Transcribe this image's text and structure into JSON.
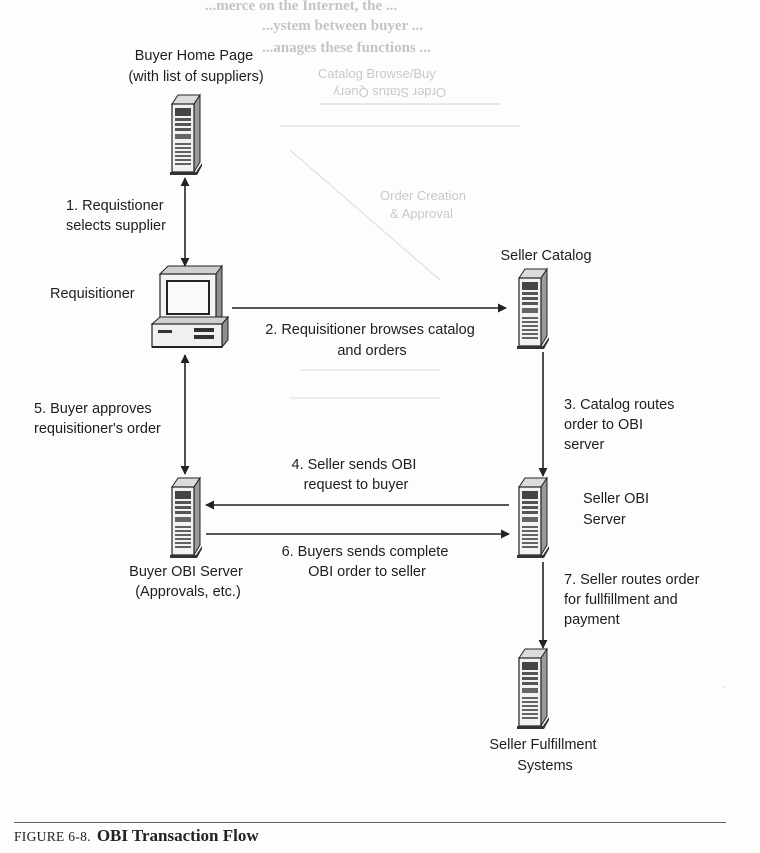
{
  "nodes": {
    "buyer_home": [
      "Buyer Home Page",
      "(with list of suppliers)"
    ],
    "requisitioner": [
      "Requisitioner"
    ],
    "seller_catalog": [
      "Seller Catalog"
    ],
    "buyer_obi": [
      "Buyer OBI Server",
      "(Approvals, etc.)"
    ],
    "seller_obi": [
      "Seller OBI",
      "Server"
    ],
    "seller_fulfillment": [
      "Seller Fulfillment",
      "Systems"
    ]
  },
  "steps": {
    "s1": [
      "1. Requistioner",
      "selects supplier"
    ],
    "s2": [
      "2. Requisitioner browses catalog",
      "and orders"
    ],
    "s3": [
      "3. Catalog routes",
      "order to OBI",
      "server"
    ],
    "s4": [
      "4. Seller sends OBI",
      "request to buyer"
    ],
    "s5": [
      "5. Buyer approves",
      "requisitioner's order"
    ],
    "s6": [
      "6. Buyers sends complete",
      "OBI order to seller"
    ],
    "s7": [
      "7. Seller routes order",
      "for fullfillment and",
      "payment"
    ]
  },
  "bleed_through": [
    "Catalog Browse/Buy",
    "Order Status Query",
    "Order Creation",
    "& Approval"
  ],
  "caption": {
    "figure_label": "FIGURE 6-8.",
    "title": "OBI Transaction Flow"
  }
}
